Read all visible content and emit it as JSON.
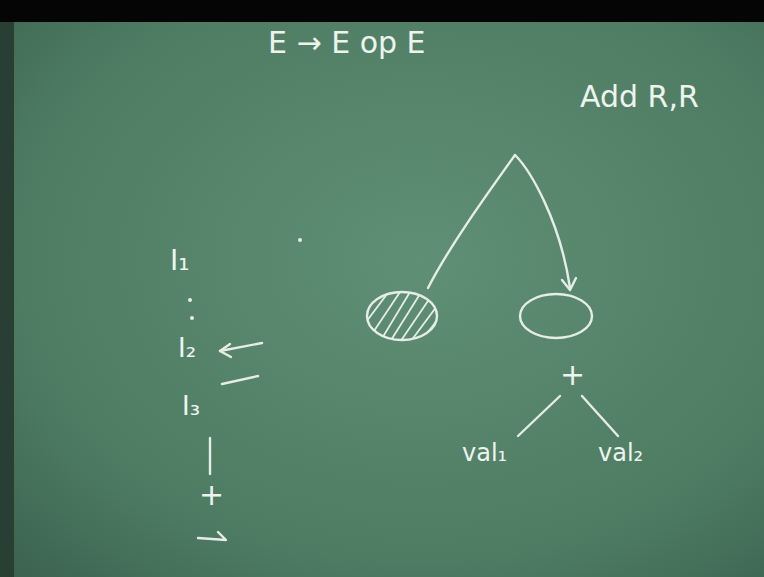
{
  "diagram": {
    "labels": [
      "E → E op E",
      "Add R,R",
      "I₁",
      "I₂",
      "I₃",
      "+",
      "val₁",
      "val₂",
      "+"
    ]
  }
}
